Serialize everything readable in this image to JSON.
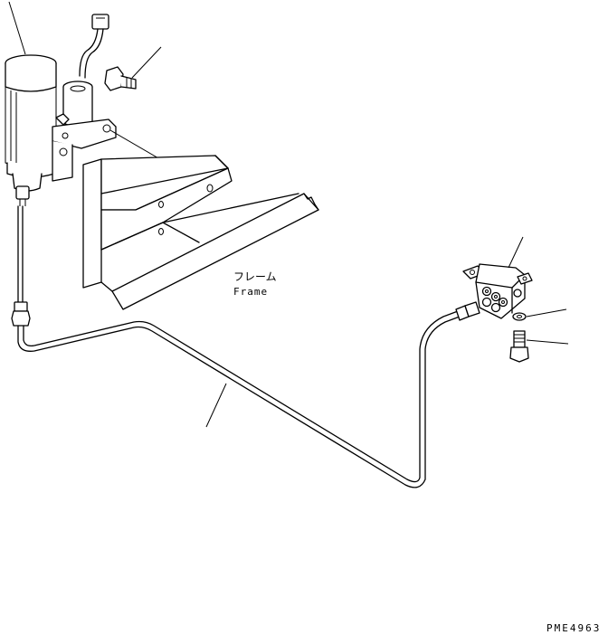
{
  "frame_label_jp": "フレーム",
  "frame_label_en": "Frame",
  "drawing_code": "PME4963"
}
